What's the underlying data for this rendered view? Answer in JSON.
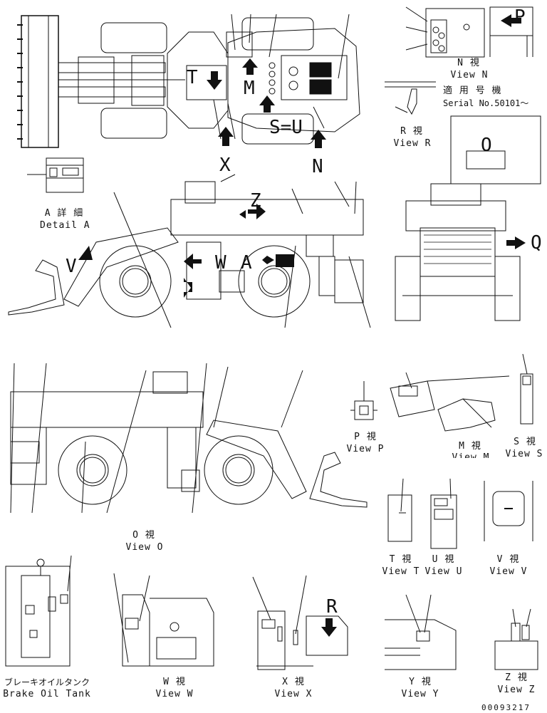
{
  "views": {
    "detail_a": {
      "jp": "A 詳 細",
      "en": "Detail A"
    },
    "view_n": {
      "jp": "N 視",
      "en": "View N"
    },
    "view_r": {
      "jp": "R 視",
      "en": "View R"
    },
    "serial": {
      "jp": "適 用 号 機",
      "en": "Serial No.50101〜"
    },
    "view_p": {
      "jp": "P 視",
      "en": "View P"
    },
    "view_m": {
      "jp": "M 視",
      "en": "View M"
    },
    "view_s": {
      "jp": "S 視",
      "en": "View S"
    },
    "view_o": {
      "jp": "O 視",
      "en": "View O"
    },
    "view_t": {
      "jp": "T 視",
      "en": "View T"
    },
    "view_u": {
      "jp": "U 視",
      "en": "View U"
    },
    "view_v": {
      "jp": "V 視",
      "en": "View V"
    },
    "brake_tank": {
      "jp": "ブレーキオイルタンク",
      "en": "Brake Oil Tank"
    },
    "view_w": {
      "jp": "W 視",
      "en": "View W"
    },
    "view_x": {
      "jp": "X 視",
      "en": "View X"
    },
    "view_y": {
      "jp": "Y 視",
      "en": "View Y"
    },
    "view_z": {
      "jp": "Z 視",
      "en": "View Z"
    }
  },
  "letters": {
    "t": "T",
    "m": "M",
    "s_eq_u": "S=U",
    "x": "X",
    "n": "N",
    "p": "P",
    "z": "Z",
    "v": "V",
    "w": "W",
    "a": "A",
    "q": "Q",
    "o": "O",
    "r": "R"
  },
  "drawing_number": "00093217",
  "colors": {
    "ink": "#111111",
    "paper": "#ffffff"
  }
}
